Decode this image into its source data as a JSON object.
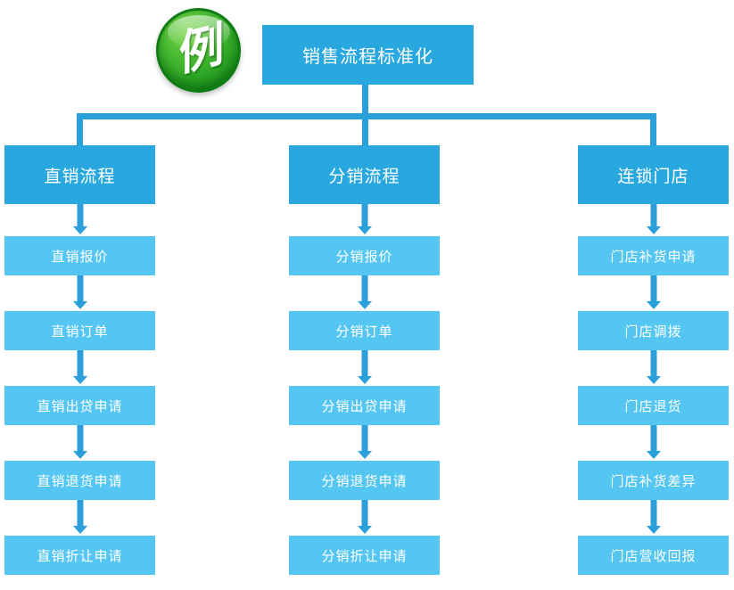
{
  "badge": {
    "label": "例"
  },
  "root": {
    "label": "销售流程标准化"
  },
  "colors": {
    "primary_blue": "#29A7DF",
    "light_blue": "#55C6F2",
    "connector_blue": "#2B9FD9",
    "badge_green_light": "#7AD747",
    "badge_green_dark": "#128A18"
  },
  "columns": [
    {
      "header": "直销流程",
      "items": [
        "直销报价",
        "直销订单",
        "直销出贷申请",
        "直销退货申请",
        "直销折让申请"
      ]
    },
    {
      "header": "分销流程",
      "items": [
        "分销报价",
        "分销订单",
        "分销出贷申请",
        "分销退货申请",
        "分销折让申请"
      ]
    },
    {
      "header": "连锁门店",
      "items": [
        "门店补货申请",
        "门店调拨",
        "门店退货",
        "门店补货差异",
        "门店营收回报"
      ]
    }
  ]
}
